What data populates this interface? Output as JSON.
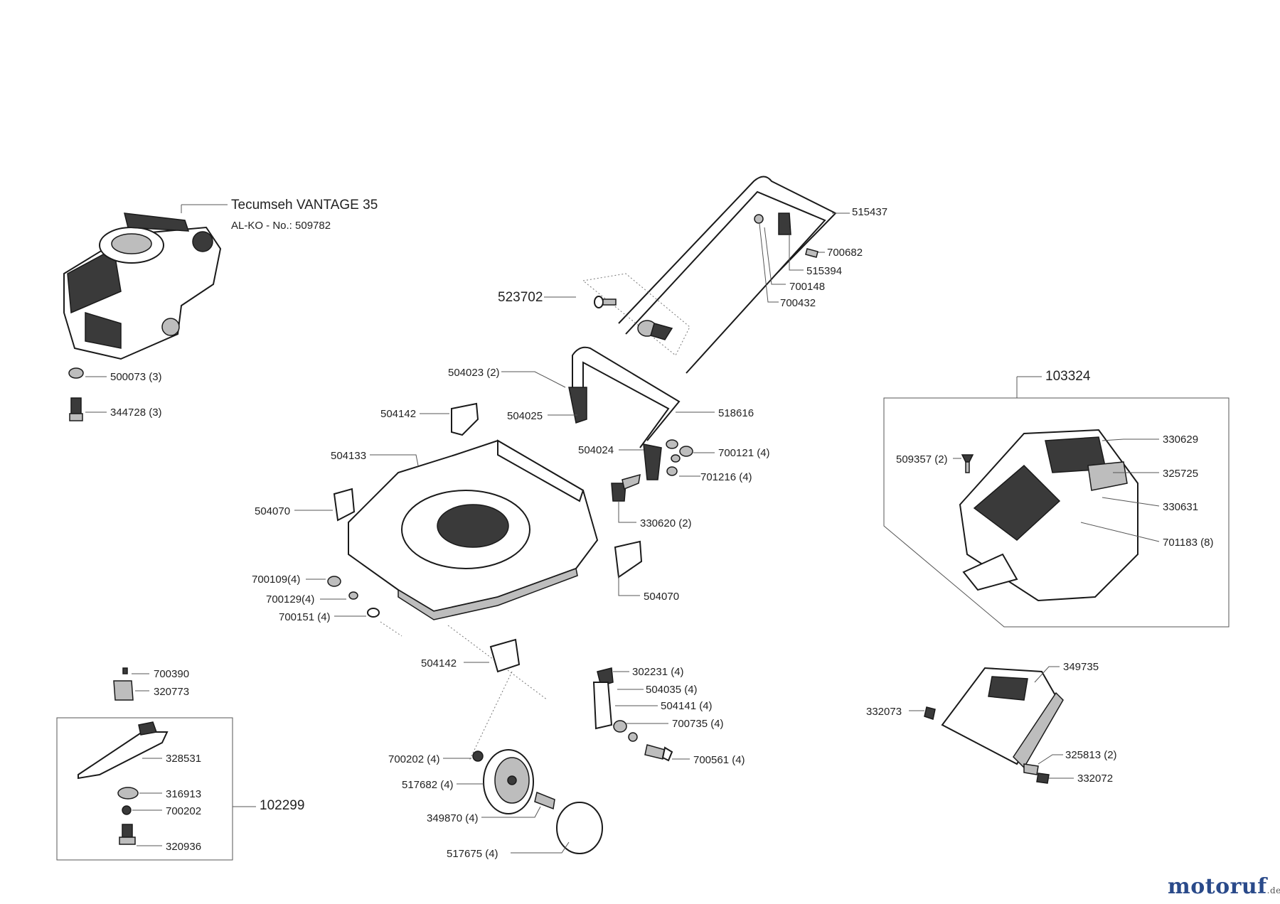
{
  "engine": {
    "title": "Tecumseh VANTAGE 35",
    "subtitle": "AL-KO - No.: 509782"
  },
  "parts": {
    "p500073": "500073 (3)",
    "p344728": "344728 (3)",
    "p523702": "523702",
    "p515437": "515437",
    "p700682": "700682",
    "p515394": "515394",
    "p700148": "700148",
    "p700432": "700432",
    "p504023": "504023 (2)",
    "p504142a": "504142",
    "p504025": "504025",
    "p518616": "518616",
    "p504024": "504024",
    "p700121": "700121 (4)",
    "p701216": "701216 (4)",
    "p504133": "504133",
    "p504070a": "504070",
    "p330620": "330620 (2)",
    "p504070b": "504070",
    "p700109": "700109(4)",
    "p700129": "700129(4)",
    "p700151": "700151 (4)",
    "p504142b": "504142",
    "p302231": "302231 (4)",
    "p504035": "504035 (4)",
    "p504141": "504141 (4)",
    "p700735": "700735 (4)",
    "p700561": "700561 (4)",
    "p700202a": "700202 (4)",
    "p517682": "517682 (4)",
    "p349870": "349870 (4)",
    "p517675": "517675  (4)",
    "p700390": "700390",
    "p320773": "320773",
    "p328531": "328531",
    "p316913": "316913",
    "p700202b": "700202",
    "p320936": "320936",
    "p102299": "102299",
    "p103324": "103324",
    "p509357": "509357 (2)",
    "p330629": "330629",
    "p325725": "325725",
    "p330631": "330631",
    "p701183": "701183 (8)",
    "p349735": "349735",
    "p332073": "332073",
    "p325813": "325813 (2)",
    "p332072": "332072"
  },
  "watermark": {
    "brand": "motoruf",
    "tld": ".de"
  },
  "colors": {
    "ink": "#1a1a1a",
    "leader": "#555555",
    "brand_orange": "#e7702a",
    "brand_blue": "#2a4a8a"
  }
}
